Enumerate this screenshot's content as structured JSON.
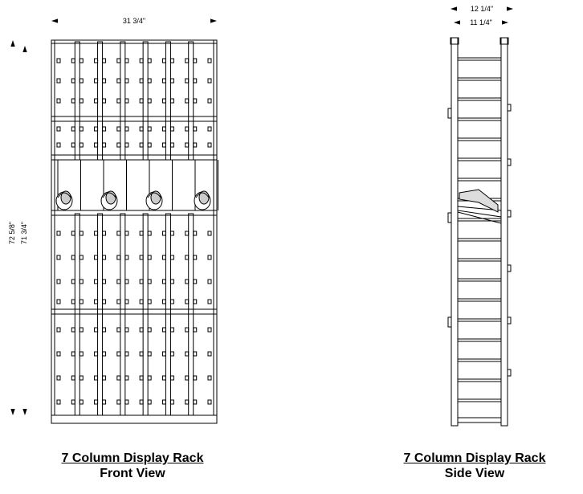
{
  "front_view": {
    "width_label": "31 3/4\"",
    "outer_height_label": "72 5/8\"",
    "inner_height_label": "71 3/4\"",
    "caption_title": "7 Column Display Rack",
    "caption_view": "Front View"
  },
  "side_view": {
    "outer_depth_label": "12 1/4\"",
    "inner_depth_label": "11 1/4\"",
    "caption_title": "7 Column Display Rack",
    "caption_view": "Side View"
  }
}
